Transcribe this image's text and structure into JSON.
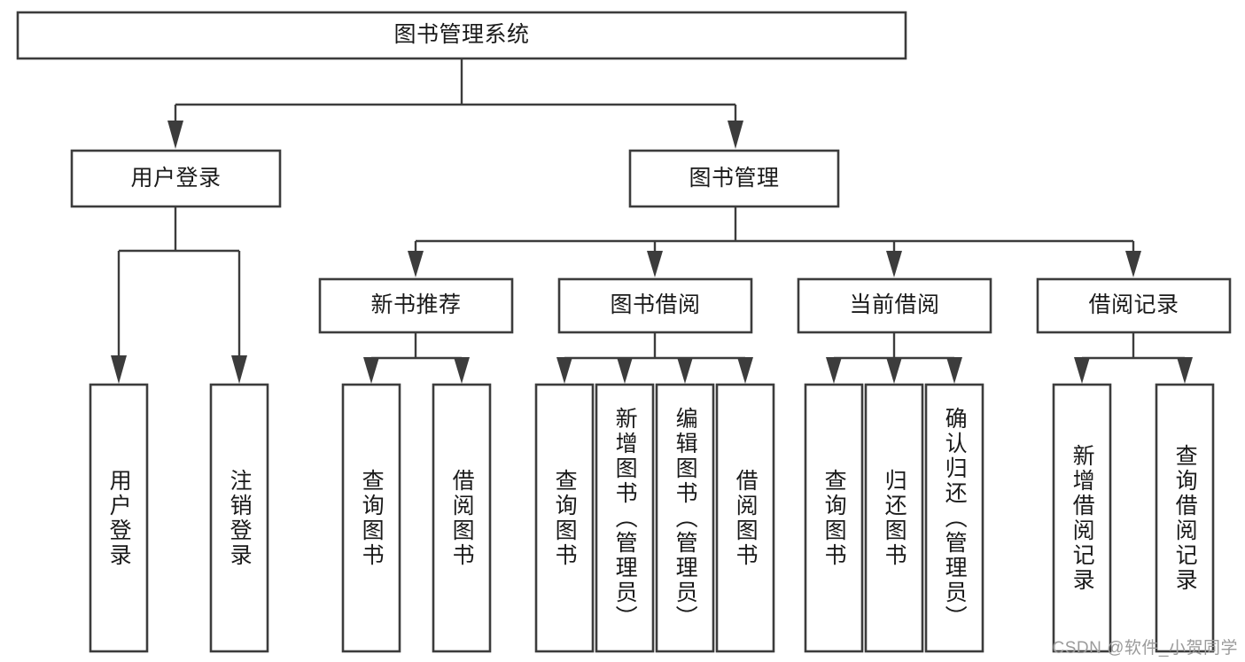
{
  "diagram": {
    "type": "tree-hierarchy",
    "title": "图书管理系统",
    "root": {
      "id": "root",
      "label": "图书管理系统",
      "orientation": "horizontal"
    },
    "level1": [
      {
        "id": "user-login",
        "label": "用户登录",
        "orientation": "horizontal"
      },
      {
        "id": "book-manage",
        "label": "图书管理",
        "orientation": "horizontal"
      }
    ],
    "level2": [
      {
        "id": "new-book-recommend",
        "label": "新书推荐",
        "orientation": "horizontal",
        "parent": "book-manage"
      },
      {
        "id": "book-borrow",
        "label": "图书借阅",
        "orientation": "horizontal",
        "parent": "book-manage"
      },
      {
        "id": "current-borrow",
        "label": "当前借阅",
        "orientation": "horizontal",
        "parent": "book-manage"
      },
      {
        "id": "borrow-record",
        "label": "借阅记录",
        "orientation": "horizontal",
        "parent": "book-manage"
      }
    ],
    "leaves": [
      {
        "id": "leaf-user-login",
        "label": "用户登录",
        "orientation": "vertical",
        "parent": "user-login"
      },
      {
        "id": "leaf-user-logout",
        "label": "注销登录",
        "orientation": "vertical",
        "parent": "user-login"
      },
      {
        "id": "leaf-query-book-1",
        "label": "查询图书",
        "orientation": "vertical",
        "parent": "new-book-recommend"
      },
      {
        "id": "leaf-borrow-book-1",
        "label": "借阅图书",
        "orientation": "vertical",
        "parent": "new-book-recommend"
      },
      {
        "id": "leaf-query-book-2",
        "label": "查询图书",
        "orientation": "vertical",
        "parent": "book-borrow"
      },
      {
        "id": "leaf-add-book",
        "label": "新增图书（管理员）",
        "orientation": "vertical",
        "parent": "book-borrow"
      },
      {
        "id": "leaf-edit-book",
        "label": "编辑图书（管理员）",
        "orientation": "vertical",
        "parent": "book-borrow"
      },
      {
        "id": "leaf-borrow-book-2",
        "label": "借阅图书",
        "orientation": "vertical",
        "parent": "book-borrow"
      },
      {
        "id": "leaf-query-book-3",
        "label": "查询图书",
        "orientation": "vertical",
        "parent": "current-borrow"
      },
      {
        "id": "leaf-return-book",
        "label": "归还图书",
        "orientation": "vertical",
        "parent": "current-borrow"
      },
      {
        "id": "leaf-confirm-return",
        "label": "确认归还（管理员）",
        "orientation": "vertical",
        "parent": "current-borrow"
      },
      {
        "id": "leaf-add-record",
        "label": "新增借阅记录",
        "orientation": "vertical",
        "parent": "borrow-record"
      },
      {
        "id": "leaf-query-record",
        "label": "查询借阅记录",
        "orientation": "vertical",
        "parent": "borrow-record"
      }
    ]
  },
  "watermark": {
    "text": "CSDN @软件_小贺同学"
  },
  "colors": {
    "background": "#ffffff",
    "box_border": "#3c3c3c",
    "box_fill": "#ffffff",
    "connector": "#3c3c3c",
    "text": "#1a1a1a",
    "watermark": "#9b9b9b"
  }
}
